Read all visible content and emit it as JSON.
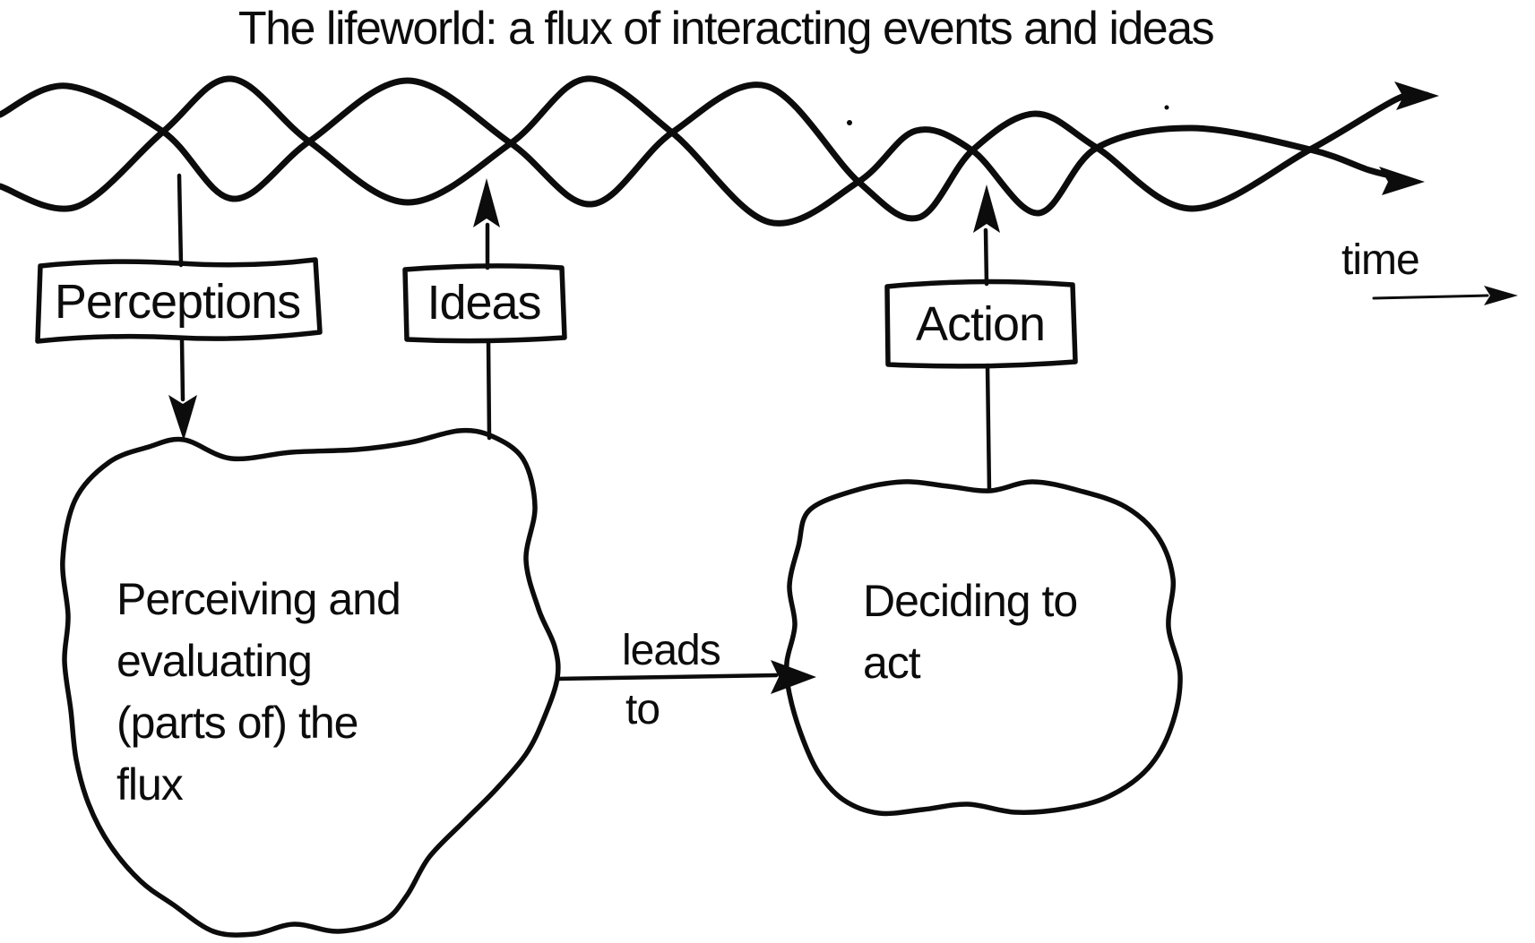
{
  "title": "The lifeworld: a flux of interacting events and ideas",
  "labels": {
    "perceptions": "Perceptions",
    "ideas": "Ideas",
    "action": "Action",
    "time": "time",
    "leads_to": {
      "line1": "leads",
      "line2": "to"
    }
  },
  "blobs": {
    "perceiving": {
      "lines": [
        "Perceiving and",
        "evaluating",
        "(parts of) the",
        "flux"
      ]
    },
    "deciding": {
      "lines": [
        "Deciding to",
        "act"
      ]
    }
  },
  "colors": {
    "ink": "#0c0c0c",
    "background": "#ffffff"
  }
}
